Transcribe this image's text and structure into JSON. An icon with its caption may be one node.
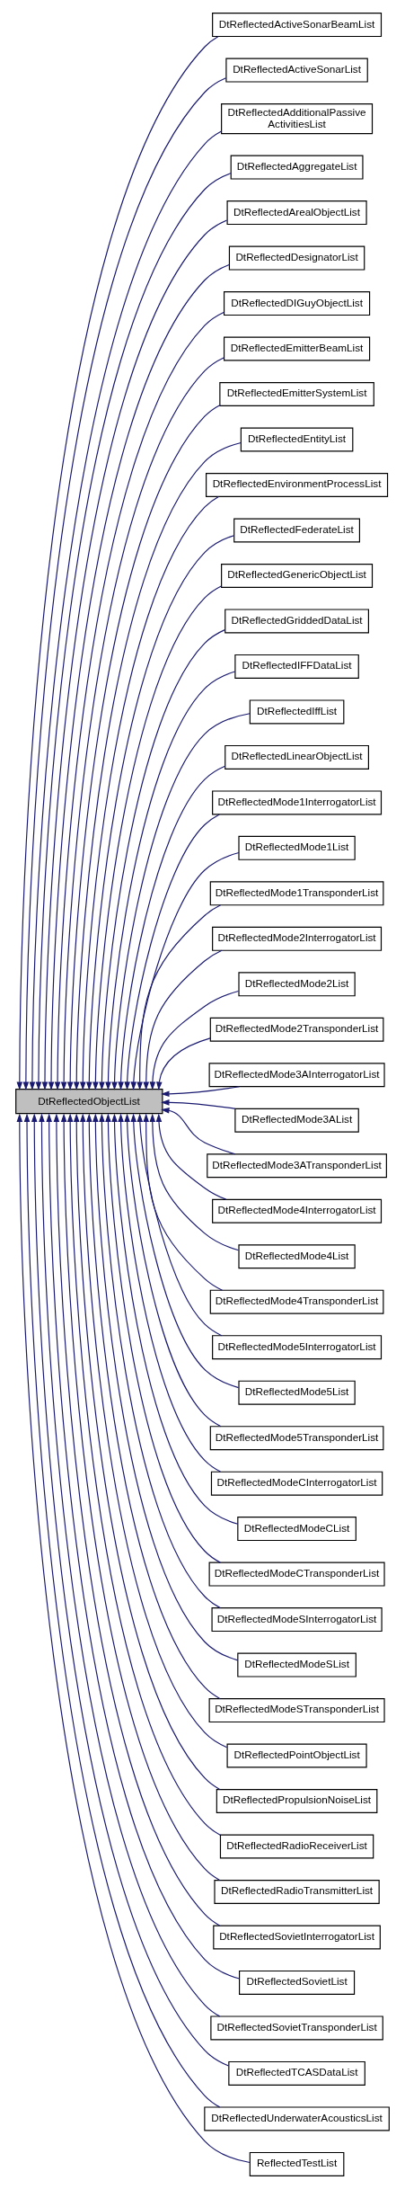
{
  "diagram": {
    "nodes": [
      {
        "text": [
          "DtReflectedObjectList"
        ]
      },
      {
        "text": [
          "DtReflectedActiveSonarBeamList"
        ]
      },
      {
        "text": [
          "DtReflectedActiveSonarList"
        ]
      },
      {
        "text": [
          "DtReflectedAdditionalPassive ActivitiesList"
        ]
      },
      {
        "text": [
          "DtReflectedAggregateList"
        ]
      },
      {
        "text": [
          "DtReflectedArealObjectList"
        ]
      },
      {
        "text": [
          "DtReflectedDesignatorList"
        ]
      },
      {
        "text": [
          "DtReflectedDIGuyObjectList"
        ]
      },
      {
        "text": [
          "DtReflectedEmitterBeamList"
        ]
      },
      {
        "text": [
          "DtReflectedEmitterSystemList"
        ]
      },
      {
        "text": [
          "DtReflectedEntityList"
        ]
      },
      {
        "text": [
          "DtReflectedEnvironmentProcessList"
        ]
      },
      {
        "text": [
          "DtReflectedFederateList"
        ]
      },
      {
        "text": [
          "DtReflectedGenericObjectList"
        ]
      },
      {
        "text": [
          "DtReflectedGriddedDataList"
        ]
      },
      {
        "text": [
          "DtReflectedIFFDataList"
        ]
      },
      {
        "text": [
          "DtReflectedIffList"
        ]
      },
      {
        "text": [
          "DtReflectedLinearObjectList"
        ]
      },
      {
        "text": [
          "DtReflectedMode1InterrogatorList"
        ]
      },
      {
        "text": [
          "DtReflectedMode1List"
        ]
      },
      {
        "text": [
          "DtReflectedMode1TransponderList"
        ]
      },
      {
        "text": [
          "DtReflectedMode2InterrogatorList"
        ]
      },
      {
        "text": [
          "DtReflectedMode2List"
        ]
      },
      {
        "text": [
          "DtReflectedMode2TransponderList"
        ]
      },
      {
        "text": [
          "DtReflectedMode3AInterrogatorList"
        ]
      },
      {
        "text": [
          "DtReflectedMode3AList"
        ]
      },
      {
        "text": [
          "DtReflectedMode3ATransponderList"
        ]
      },
      {
        "text": [
          "DtReflectedMode4InterrogatorList"
        ]
      },
      {
        "text": [
          "DtReflectedMode4List"
        ]
      },
      {
        "text": [
          "DtReflectedMode4TransponderList"
        ]
      },
      {
        "text": [
          "DtReflectedMode5InterrogatorList"
        ]
      },
      {
        "text": [
          "DtReflectedMode5List"
        ]
      },
      {
        "text": [
          "DtReflectedMode5TransponderList"
        ]
      },
      {
        "text": [
          "DtReflectedModeCInterrogatorList"
        ]
      },
      {
        "text": [
          "DtReflectedModeCList"
        ]
      },
      {
        "text": [
          "DtReflectedModeCTransponderList"
        ]
      },
      {
        "text": [
          "DtReflectedModeSInterrogatorList"
        ]
      },
      {
        "text": [
          "DtReflectedModeSList"
        ]
      },
      {
        "text": [
          "DtReflectedModeSTransponderList"
        ]
      },
      {
        "text": [
          "DtReflectedPointObjectList"
        ]
      },
      {
        "text": [
          "DtReflectedPropulsionNoiseList"
        ]
      },
      {
        "text": [
          "DtReflectedRadioReceiverList"
        ]
      },
      {
        "text": [
          "DtReflectedRadioTransmitterList"
        ]
      },
      {
        "text": [
          "DtReflectedSovietInterrogatorList"
        ]
      },
      {
        "text": [
          "DtReflectedSovietList"
        ]
      },
      {
        "text": [
          "DtReflectedSovietTransponderList"
        ]
      },
      {
        "text": [
          "DtReflectedTCASDataList"
        ]
      },
      {
        "text": [
          "DtReflectedUnderwaterAcousticsList"
        ]
      },
      {
        "text": [
          "ReflectedTestList"
        ]
      }
    ],
    "edges": [
      {
        "from": 1,
        "to": 0,
        "arrow": "to"
      },
      {
        "from": 2,
        "to": 0,
        "arrow": "to"
      },
      {
        "from": 3,
        "to": 0,
        "arrow": "to"
      },
      {
        "from": 4,
        "to": 0,
        "arrow": "to"
      },
      {
        "from": 5,
        "to": 0,
        "arrow": "to"
      },
      {
        "from": 6,
        "to": 0,
        "arrow": "to"
      },
      {
        "from": 7,
        "to": 0,
        "arrow": "to"
      },
      {
        "from": 8,
        "to": 0,
        "arrow": "to"
      },
      {
        "from": 9,
        "to": 0,
        "arrow": "to"
      },
      {
        "from": 10,
        "to": 0,
        "arrow": "to"
      },
      {
        "from": 11,
        "to": 0,
        "arrow": "to"
      },
      {
        "from": 12,
        "to": 0,
        "arrow": "to"
      },
      {
        "from": 13,
        "to": 0,
        "arrow": "to"
      },
      {
        "from": 14,
        "to": 0,
        "arrow": "to"
      },
      {
        "from": 15,
        "to": 0,
        "arrow": "to"
      },
      {
        "from": 16,
        "to": 0,
        "arrow": "to"
      },
      {
        "from": 17,
        "to": 0,
        "arrow": "to"
      },
      {
        "from": 18,
        "to": 0,
        "arrow": "to"
      },
      {
        "from": 19,
        "to": 0,
        "arrow": "to"
      },
      {
        "from": 20,
        "to": 0,
        "arrow": "to"
      },
      {
        "from": 21,
        "to": 0,
        "arrow": "to"
      },
      {
        "from": 22,
        "to": 0,
        "arrow": "to"
      },
      {
        "from": 23,
        "to": 0,
        "arrow": "to"
      },
      {
        "from": 24,
        "to": 0,
        "arrow": "to"
      },
      {
        "from": 25,
        "to": 0,
        "arrow": "to"
      },
      {
        "from": 26,
        "to": 0,
        "arrow": "to"
      },
      {
        "from": 27,
        "to": 0,
        "arrow": "to"
      },
      {
        "from": 28,
        "to": 0,
        "arrow": "to"
      },
      {
        "from": 29,
        "to": 0,
        "arrow": "to"
      },
      {
        "from": 30,
        "to": 0,
        "arrow": "to"
      },
      {
        "from": 31,
        "to": 0,
        "arrow": "to"
      },
      {
        "from": 32,
        "to": 0,
        "arrow": "to"
      },
      {
        "from": 33,
        "to": 0,
        "arrow": "to"
      },
      {
        "from": 34,
        "to": 0,
        "arrow": "to"
      },
      {
        "from": 35,
        "to": 0,
        "arrow": "to"
      },
      {
        "from": 36,
        "to": 0,
        "arrow": "to"
      },
      {
        "from": 37,
        "to": 0,
        "arrow": "to"
      },
      {
        "from": 38,
        "to": 0,
        "arrow": "to"
      },
      {
        "from": 39,
        "to": 0,
        "arrow": "to"
      },
      {
        "from": 40,
        "to": 0,
        "arrow": "to"
      },
      {
        "from": 41,
        "to": 0,
        "arrow": "to"
      },
      {
        "from": 42,
        "to": 0,
        "arrow": "to"
      },
      {
        "from": 43,
        "to": 0,
        "arrow": "to"
      },
      {
        "from": 44,
        "to": 0,
        "arrow": "to"
      },
      {
        "from": 45,
        "to": 0,
        "arrow": "to"
      },
      {
        "from": 46,
        "to": 0,
        "arrow": "to"
      },
      {
        "from": 47,
        "to": 0,
        "arrow": "to"
      },
      {
        "from": 48,
        "to": 0,
        "arrow": "to"
      }
    ]
  }
}
